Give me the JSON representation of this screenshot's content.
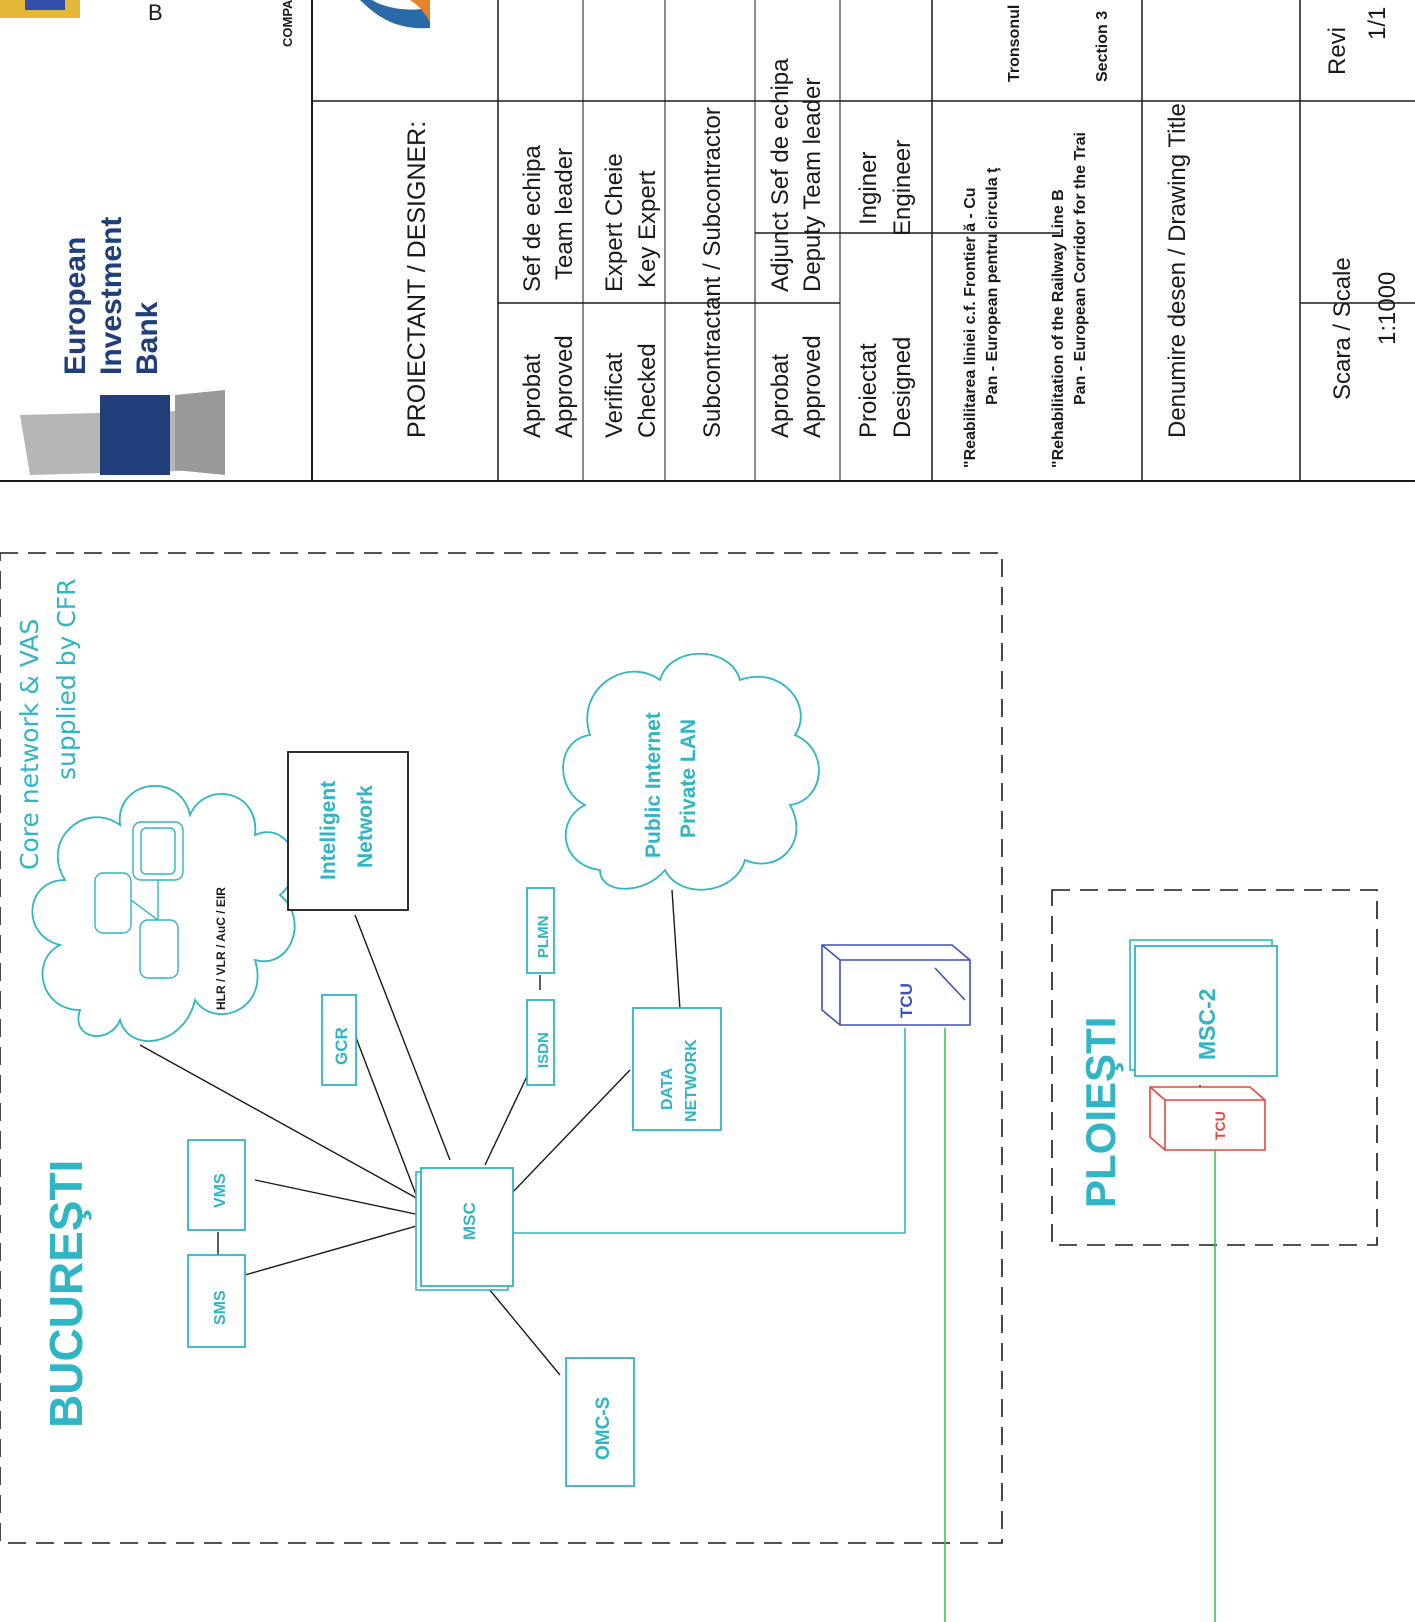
{
  "colors": {
    "cyan": "#2fb5c4",
    "blue": "#3d52b7",
    "red": "#e8453c",
    "green": "#3ec44a",
    "black": "#1a1a1a",
    "eib_navy": "#1f3e7a"
  },
  "diagram": {
    "bucuresti_label": "BUCUREŞTI",
    "ploiesti_label": "PLOIEŞTI",
    "core_network_note_1": "Core network & VAS",
    "core_network_note_2": "supplied by CFR",
    "hlr_label": "HLR / VLR / AuC / EIR",
    "intelligent_network_1": "Intelligent",
    "intelligent_network_2": "Network",
    "public_internet_1": "Public Internet",
    "public_internet_2": "Private LAN",
    "gcr": "GCR",
    "isdn": "ISDN",
    "plmn": "PLMN",
    "data_network_1": "DATA",
    "data_network_2": "NETWORK",
    "tcu": "TCU",
    "sms": "SMS",
    "vms": "VMS",
    "msc": "MSC",
    "omc_s": "OMC-S",
    "msc_2": "MSC-2",
    "tcu_ploiesti": "TCU"
  },
  "title_block": {
    "eib_line_1": "European",
    "eib_line_2": "Investment",
    "eib_line_3": "Bank",
    "cut_b": "B",
    "cut_company": "COMPA",
    "designer_label": "PROIECTANT / DESIGNER:",
    "aprobat": "Aprobat",
    "approved": "Approved",
    "sef_echipa": "Sef de echipa",
    "team_leader": "Team leader",
    "verificat": "Verificat",
    "checked": "Checked",
    "expert_cheie": "Expert Cheie",
    "key_expert": "Key Expert",
    "subcontractor_label": "Subcontractant / Subcontractor",
    "aprobat_2": "Aprobat",
    "approved_2": "Approved",
    "adjunct_sef": "Adjunct Sef de echipa",
    "deputy_leader": "Deputy Team leader",
    "proiectat": "Proiectat",
    "designed": "Designed",
    "inginer": "Inginer",
    "engineer": "Engineer",
    "project_ro_1": "\"Reabilitarea liniei c.f. Frontier ă - Cu",
    "project_ro_2": "Pan - European pentru circula ţ",
    "project_ro_3": "Tronsonul",
    "project_en_1": "\"Rehabilitation of the Railway Line B",
    "project_en_2": "Pan - European Corridor for the Trai",
    "project_en_3": "Section 3",
    "drawing_title_label": "Denumire desen / Drawing Title",
    "scale_label": "Scara / Scale",
    "scale_value": "1:1000",
    "revision_label": "Revi",
    "revision_value": "1/1"
  }
}
